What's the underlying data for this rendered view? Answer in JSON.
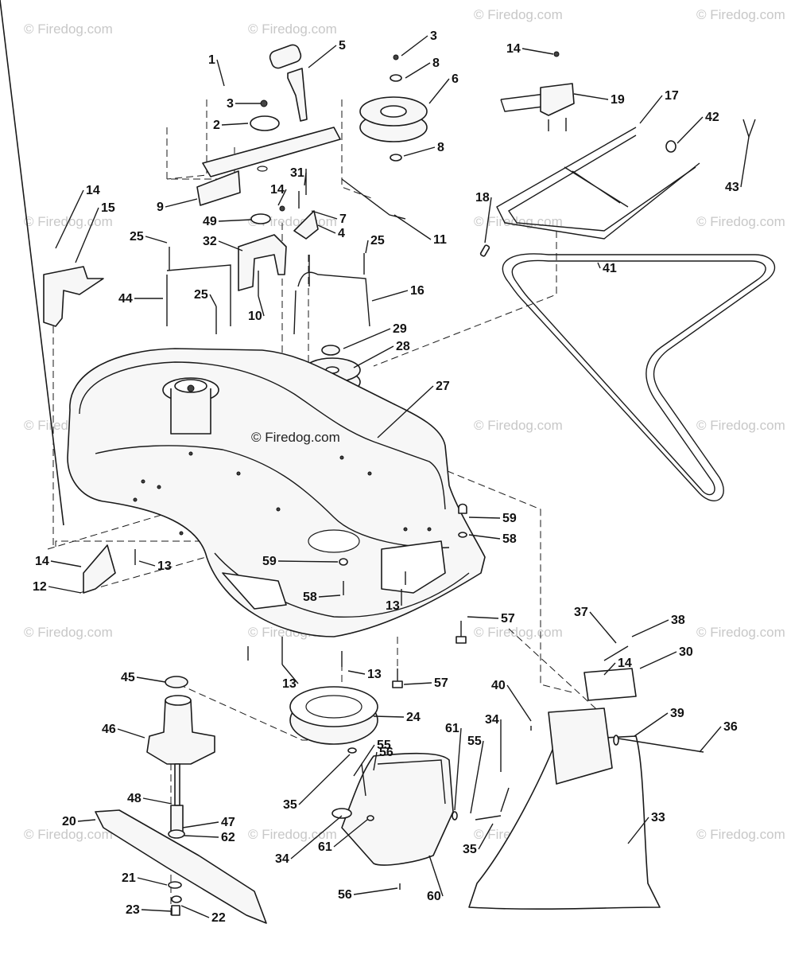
{
  "watermark": "© Firedog.com",
  "center_watermark": "© Firedog.com",
  "callouts": [
    "1",
    "2",
    "3",
    "3",
    "5",
    "8",
    "6",
    "8",
    "14",
    "19",
    "17",
    "42",
    "43",
    "9",
    "31",
    "14",
    "7",
    "4",
    "49",
    "11",
    "18",
    "41",
    "14",
    "15",
    "25",
    "32",
    "25",
    "44",
    "25",
    "10",
    "16",
    "29",
    "28",
    "27",
    "59",
    "58",
    "14",
    "13",
    "59",
    "12",
    "58",
    "13",
    "57",
    "37",
    "38",
    "14",
    "30",
    "45",
    "13",
    "13",
    "57",
    "40",
    "46",
    "24",
    "34",
    "39",
    "36",
    "61",
    "55",
    "55",
    "56",
    "35",
    "48",
    "47",
    "62",
    "20",
    "34",
    "61",
    "35",
    "60",
    "33",
    "21",
    "56",
    "23",
    "22"
  ]
}
